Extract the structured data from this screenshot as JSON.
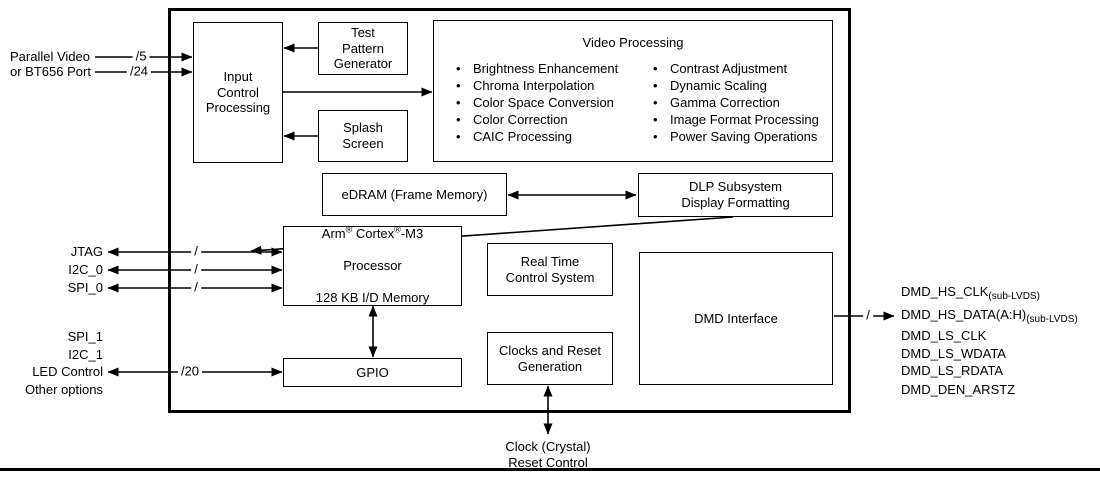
{
  "left_inputs": {
    "video_line1": "Parallel Video",
    "video_line2": "or BT656 Port",
    "bus5": "/5",
    "bus24": "/24",
    "jtag": "JTAG",
    "i2c0": "I2C_0",
    "spi0": "SPI_0",
    "slash": "/",
    "spi1": "SPI_1",
    "i2c1": "I2C_1",
    "led": "LED Control",
    "other": "Other options",
    "bus20": "/20"
  },
  "blocks": {
    "input_control": "Input\nControl\nProcessing",
    "test_pattern": "Test\nPattern\nGenerator",
    "splash": "Splash\nScreen",
    "edram": "eDRAM (Frame Memory)",
    "dlp_subsystem": "DLP Subsystem\nDisplay Formatting",
    "rtcs": "Real Time\nControl System",
    "dmd_interface": "DMD Interface",
    "gpio": "GPIO",
    "clocks": "Clocks and Reset\nGeneration",
    "arm": {
      "l1a": "Arm",
      "reg": "®",
      "l1b": " Cortex",
      "l1c": "-M3",
      "l2": "Processor",
      "l3": "128 KB I/D Memory"
    }
  },
  "video_processing": {
    "title": "Video Processing",
    "left": [
      "Brightness Enhancement",
      "Chroma Interpolation",
      "Color Space Conversion",
      "Color Correction",
      "CAIC Processing"
    ],
    "right": [
      "Contrast Adjustment",
      "Dynamic Scaling",
      "Gamma Correction",
      "Image Format Processing",
      "Power Saving Operations"
    ]
  },
  "right_outputs": {
    "slash": "/",
    "rows": [
      {
        "text": "DMD_HS_CLK",
        "sub": "(sub-LVDS)"
      },
      {
        "text": "DMD_HS_DATA(A:H)",
        "sub": "(sub-LVDS)"
      },
      {
        "text": "DMD_LS_CLK",
        "sub": ""
      },
      {
        "text": "DMD_LS_WDATA",
        "sub": ""
      },
      {
        "text": "DMD_LS_RDATA",
        "sub": ""
      },
      {
        "text": "DMD_DEN_ARSTZ",
        "sub": ""
      }
    ]
  },
  "bottom": {
    "line1": "Clock (Crystal)",
    "line2": "Reset Control"
  },
  "colors": {
    "line": "#000000",
    "background": "#ffffff",
    "text": "#000000"
  }
}
